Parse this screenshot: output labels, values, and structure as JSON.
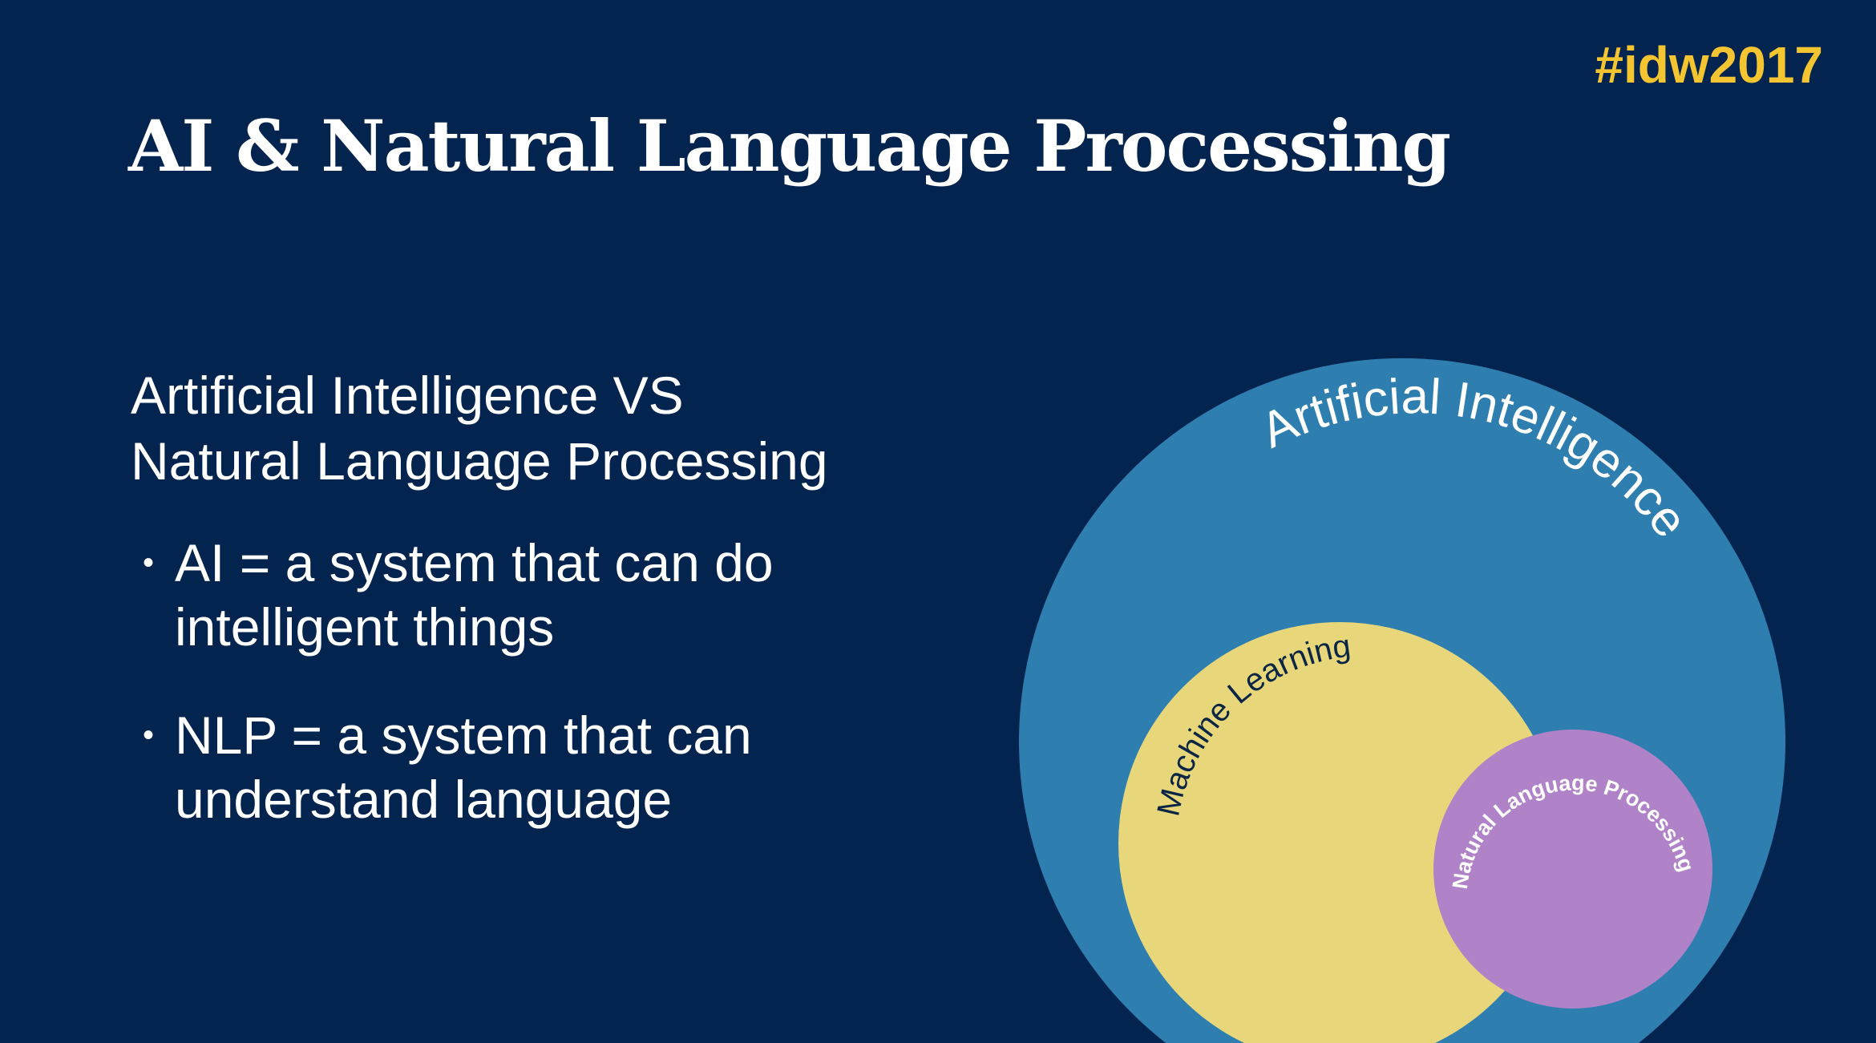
{
  "hashtag": "#idw2017",
  "title": "AI & Natural Language Processing",
  "subtitle": {
    "line1": "Artificial Intelligence VS",
    "line2": "Natural Language Processing"
  },
  "bullets": [
    {
      "text": "AI = a system that can do intelligent things"
    },
    {
      "text": "NLP = a system that can understand language"
    }
  ],
  "diagram": {
    "outer_label": "Artificial Intelligence",
    "middle_label": "Machine Learning",
    "inner_label": "Natural Language Processing",
    "colors": {
      "background": "#03244f",
      "ai": "#2f7eb0",
      "ml": "#e8d77a",
      "nlp": "#b083c8",
      "accent": "#f4c531"
    }
  }
}
